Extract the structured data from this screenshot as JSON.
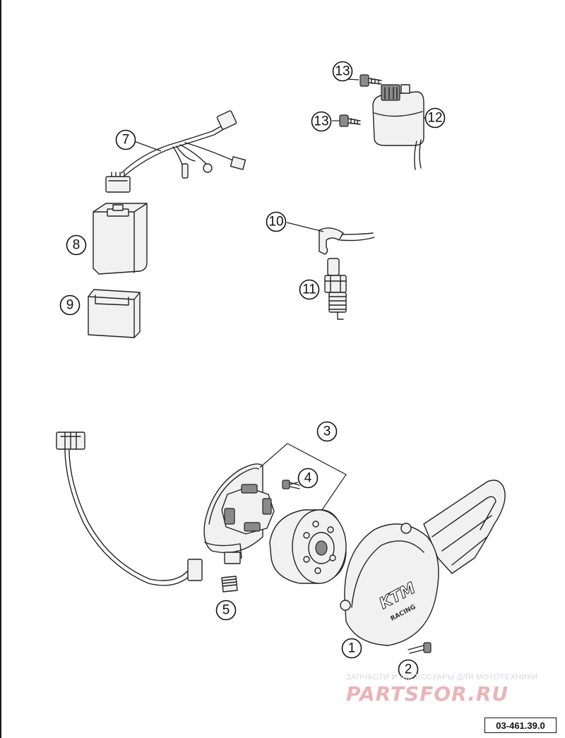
{
  "callouts": {
    "c1": "1",
    "c2": "2",
    "c3": "3",
    "c4": "4",
    "c5": "5",
    "c7": "7",
    "c8": "8",
    "c9": "9",
    "c10": "10",
    "c11": "11",
    "c12": "12",
    "c13a": "13",
    "c13b": "13"
  },
  "cover_logo": {
    "brand": "KTM",
    "sub": "RACING"
  },
  "watermark": {
    "line1": "ЗАПЧАСТИ И АКСЕССУАРЫ ДЛЯ МОТОТЕХНИКИ",
    "logo": "PARTSFOR.RU"
  },
  "reference_code": "03-461.39.0",
  "colors": {
    "line": "#222222",
    "watermark": "#e9b4b8"
  }
}
